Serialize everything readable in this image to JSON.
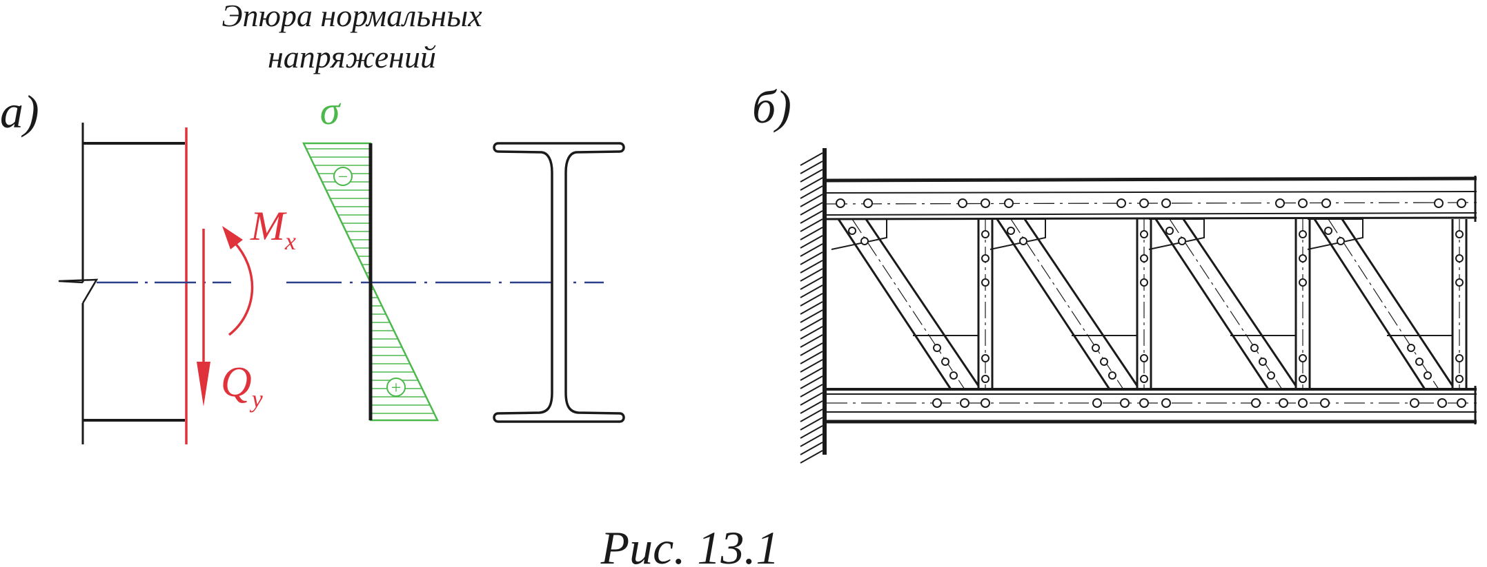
{
  "panel_a": {
    "label": "а)",
    "epure_title_line1": "Эпюра нормальных",
    "epure_title_line2": "напряжений",
    "sigma_label": "σ",
    "moment_label": "M",
    "moment_sub": "x",
    "shear_label": "Q",
    "shear_sub": "y",
    "minus_sign": "−",
    "plus_sign": "+"
  },
  "panel_b": {
    "label": "б)"
  },
  "caption": "Рис. 13.1",
  "colors": {
    "force": "#e0323a",
    "stress": "#4bb84b",
    "axis": "#2b3f8a",
    "line": "#1a1a1a"
  }
}
